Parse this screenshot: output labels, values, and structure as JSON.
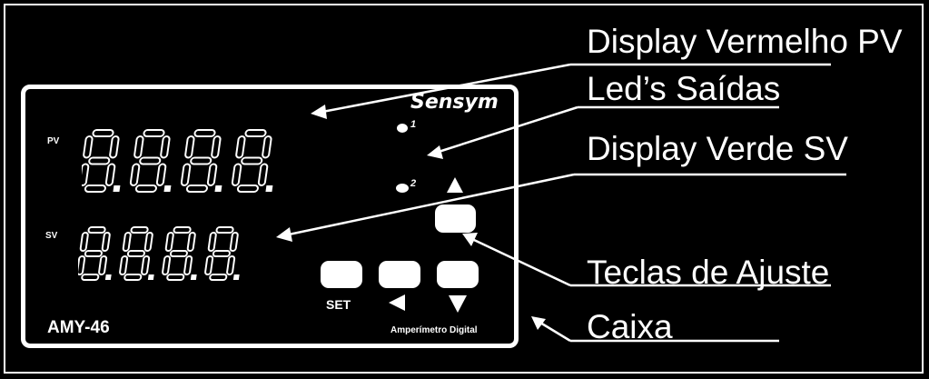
{
  "callouts": {
    "display_pv": "Display Vermelho PV",
    "leds": "Led’s Saídas",
    "display_sv": "Display Verde SV",
    "keys": "Teclas de Ajuste",
    "case": "Caixa"
  },
  "device": {
    "brand": "Sensym",
    "model": "AMY-46",
    "description": "Amperímetro Digital",
    "pv_tag": "PV",
    "sv_tag": "SV",
    "set_label": "SET",
    "led1_label": "1",
    "led2_label": "2"
  },
  "colors": {
    "background": "#000000",
    "foreground": "#ffffff"
  },
  "icons": {
    "key_up_arrow": "triangle-up-icon",
    "key_left_arrow": "triangle-left-icon",
    "key_down_arrow": "triangle-down-icon",
    "leds": "led-icon"
  }
}
